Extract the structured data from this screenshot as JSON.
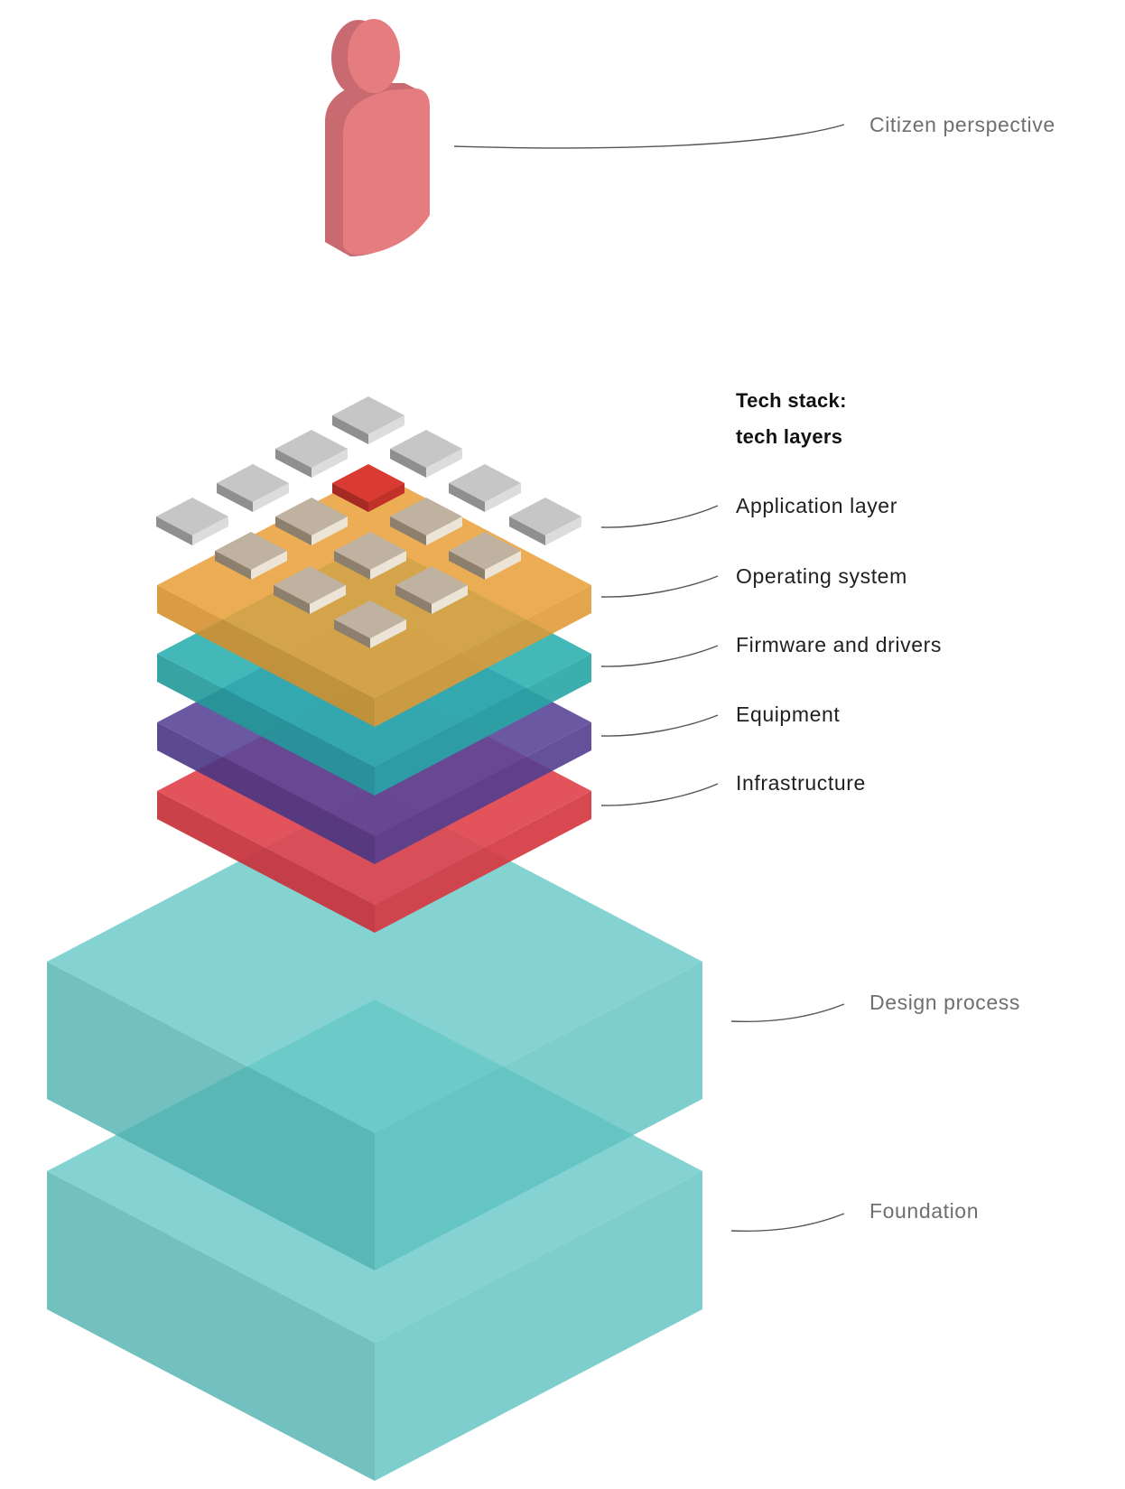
{
  "header": {
    "title_line1": "Tech stack:",
    "title_line2": "tech layers"
  },
  "labels": {
    "citizen": "Citizen perspective",
    "application": "Application layer",
    "os": "Operating system",
    "firmware": "Firmware and drivers",
    "equipment": "Equipment",
    "infrastructure": "Infrastructure",
    "design": "Design process",
    "foundation": "Foundation"
  },
  "colors": {
    "person": "#e57c80",
    "application_tile": "#c9c9c9",
    "application_tile_highlight": "#d93a32",
    "os": "#e8a23e",
    "firmware": "#3ab5b5",
    "equipment": "#5a4597",
    "infrastructure": "#dc3c45",
    "foundation": "#5dc2c0"
  }
}
